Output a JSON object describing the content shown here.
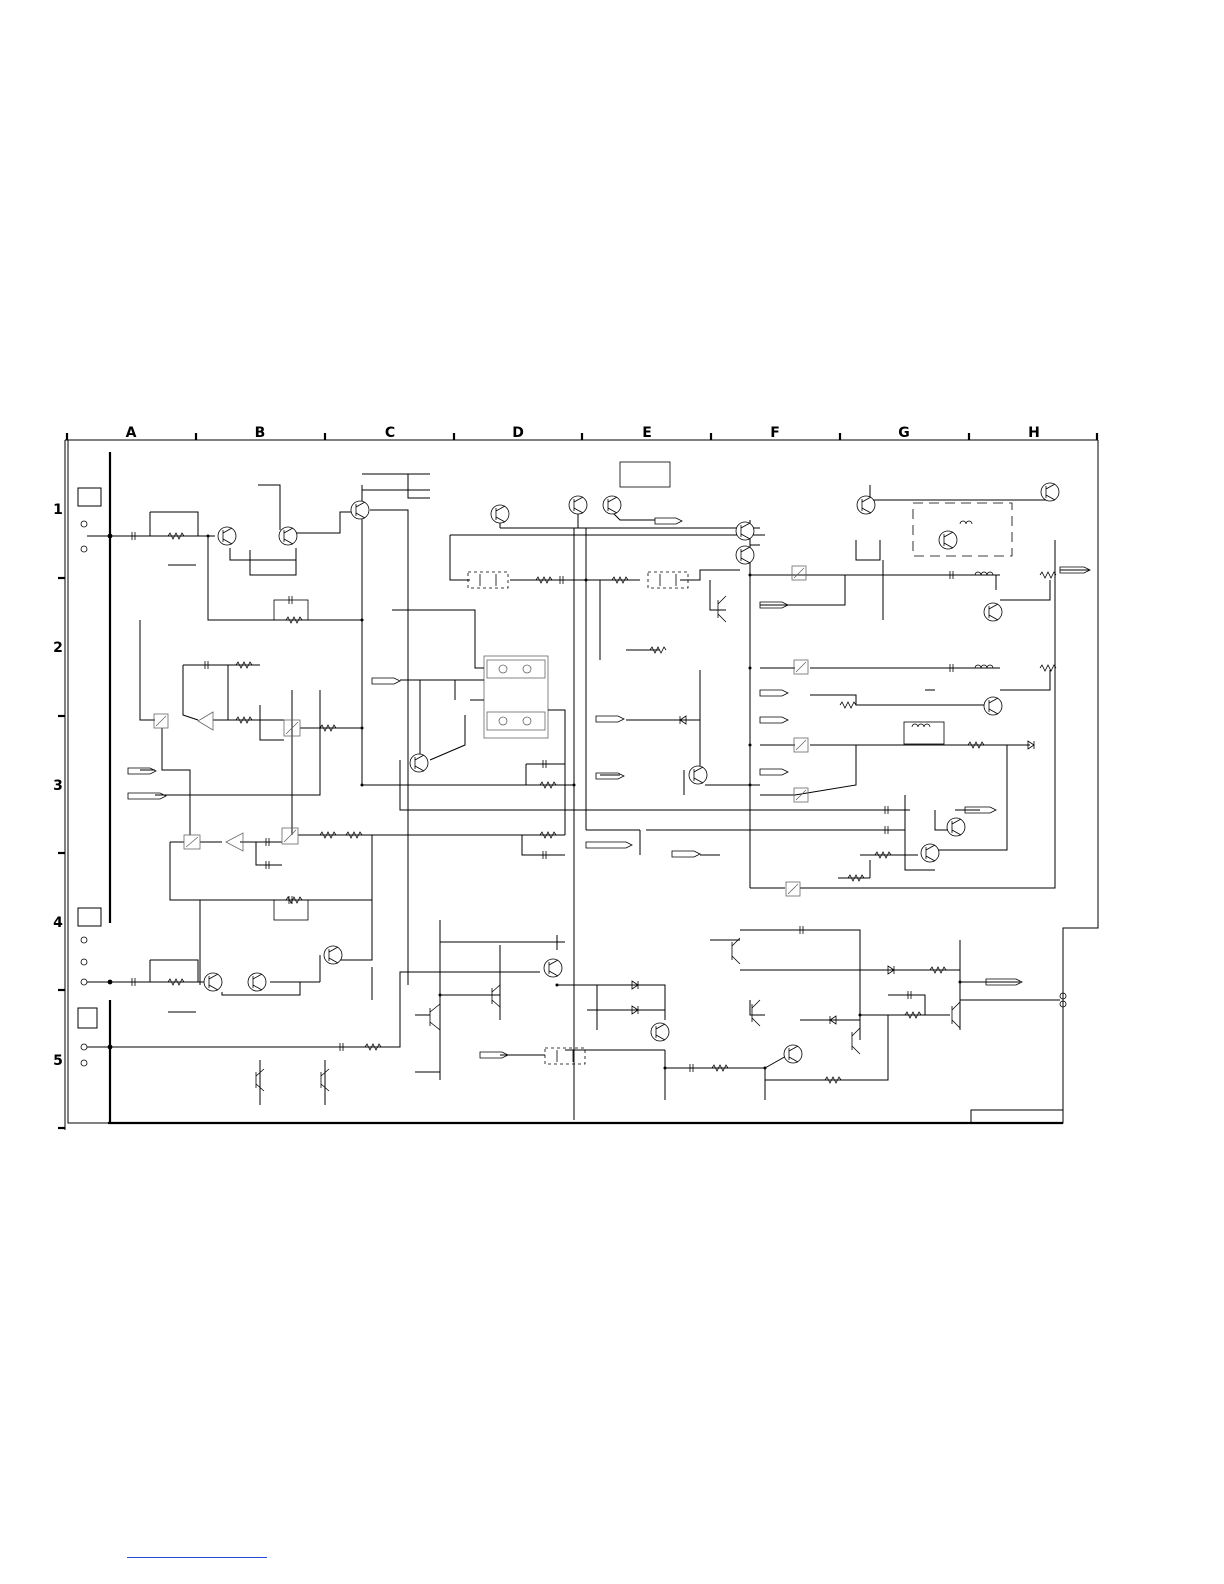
{
  "grid": {
    "columns": [
      "A",
      "B",
      "C",
      "D",
      "E",
      "F",
      "G",
      "H"
    ],
    "rows": [
      "1",
      "2",
      "3",
      "4",
      "5"
    ]
  },
  "colors": {
    "line": "#000000",
    "paper": "#ffffff",
    "footer_link": "#2a4bd7"
  }
}
